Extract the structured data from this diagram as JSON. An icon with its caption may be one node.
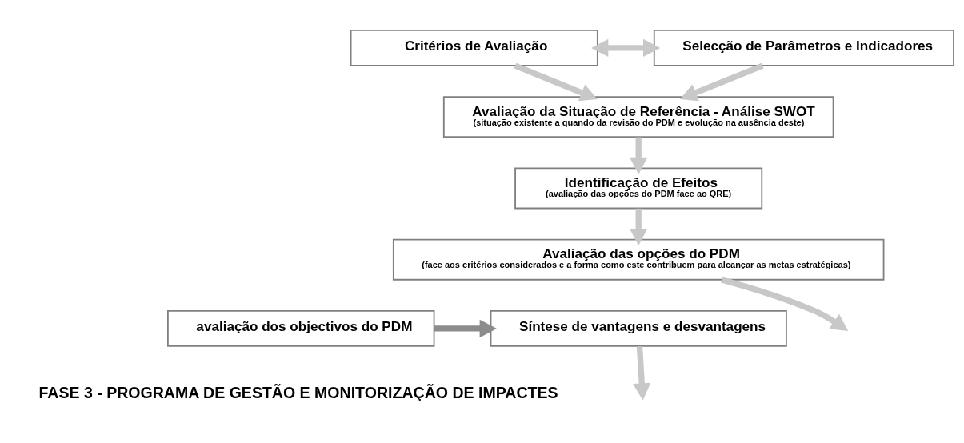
{
  "diagram": {
    "nodes": [
      {
        "text": [
          "Critérios de Avaliação"
        ]
      },
      {
        "text": [
          "Selecção de Parâmetros e Indicadores"
        ]
      },
      {
        "text": [
          "Avaliação da Situação de Referência - Análise SWOT",
          "(situação existente a quando da revisão do PDM e evolução na ausência deste)"
        ]
      },
      {
        "text": [
          "Identificação de Efeitos",
          "(avaliação das opções do PDM face ao QRE)"
        ]
      },
      {
        "text": [
          "Avaliação das opções do PDM",
          "(face aos critérios considerados e a forma como este contribuem para alcançar as metas estratégicas)"
        ]
      },
      {
        "text": [
          "avaliação dos objectivos do PDM"
        ]
      },
      {
        "text": [
          "Síntese de vantagens e desvantagens"
        ]
      }
    ],
    "edges": [
      {
        "from": 0,
        "to": 1,
        "arrow": "both"
      },
      {
        "from": 0,
        "to": 2,
        "arrow": "to"
      },
      {
        "from": 1,
        "to": 2,
        "arrow": "to"
      },
      {
        "from": 2,
        "to": 3,
        "arrow": "to"
      },
      {
        "from": 3,
        "to": 4,
        "arrow": "to"
      },
      {
        "from": 4,
        "to": null,
        "arrow": "to"
      },
      {
        "from": 5,
        "to": 6,
        "arrow": "to",
        "color": "#8c8c8c"
      },
      {
        "from": 6,
        "to": null,
        "arrow": "to"
      }
    ],
    "labels": [
      "FASE 3 - PROGRAMA DE GESTÃO E MONITORIZAÇÃO DE IMPACTES"
    ]
  }
}
